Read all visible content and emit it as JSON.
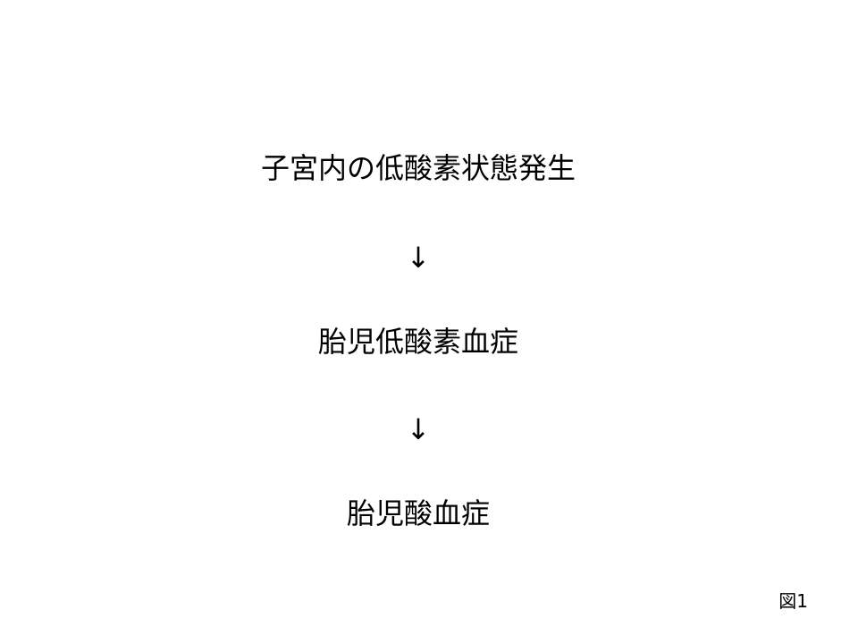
{
  "flow": {
    "step1": "子宮内の低酸素状態発生",
    "arrow1": "↓",
    "step2": "胎児低酸素血症",
    "arrow2": "↓",
    "step3": "胎児酸血症"
  },
  "figure_label": "図1"
}
